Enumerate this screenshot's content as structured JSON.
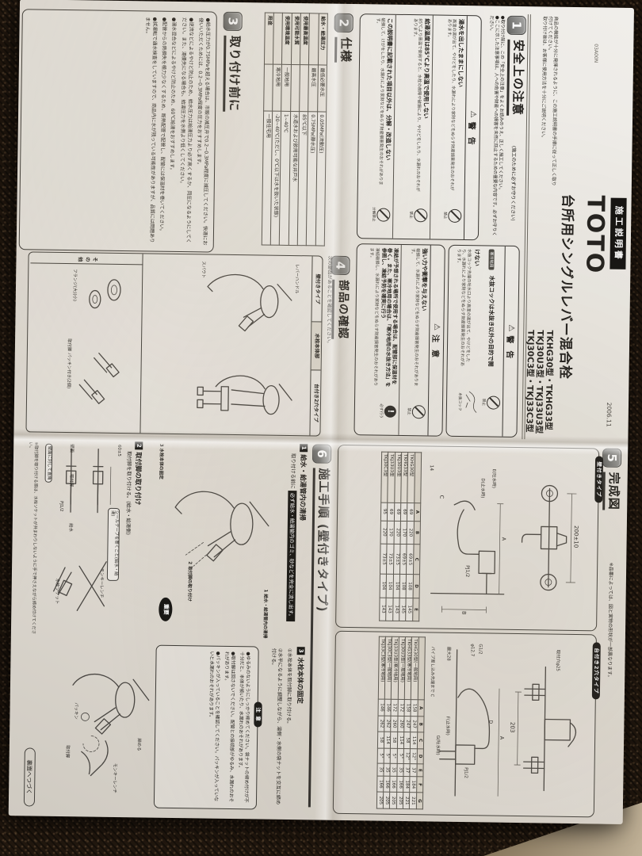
{
  "doc_code": "03A00N",
  "header": {
    "badge": "施工説明書",
    "brand": "TOTO",
    "title": "台所用シングルレバー混合栓",
    "intro1": "商品の機能が十分に発揮されるように、この施工説明書の手順に従って正しく取り付けてください。",
    "intro2": "取り付け後は、お客様に使用方法を十分にご説明ください。",
    "model_line1": "TKHG30型・TKHG33型",
    "model_line2": "TKJ30U3型・TKJ33U3型",
    "model_line3": "TKJ30C3型・TKJ33C3型",
    "date": "2006.11"
  },
  "sec1": {
    "num": "1",
    "title": "安全上の注意",
    "subtitle": "(施工のために必ずお守りください)",
    "intro_bullets": [
      "●取り付け前に、この「安全上の注意」をよくお読みのうえ、正しく施工してください。",
      "●ここに示した注意事項は、人への危害や財産への損害を未然に防止するための重要な内容です。必ずお守りください。"
    ],
    "warning_header": "警告",
    "caution_header": "注意",
    "warning_sign": "⚠",
    "warning_items": [
      {
        "title": "湯水を出したままにしない",
        "desc": "高温の湯が出て、やけどをしたり、水漏れにより家財などをぬらす財産損害発生のおそれがあります。",
        "icon_label": "禁止"
      },
      {
        "title": "給湯温度は85℃より高温で使用しない",
        "desc": "85℃より高温で使用すると、水栓の故障や破損により、やけどをしたり、水漏れのおそれがあります。",
        "icon_label": "禁止"
      },
      {
        "title": "この説明書に記載された項目以外は、分解・改造しない",
        "desc": "破損して、けがをしたり、水漏れにより家財などをぬらす財産損害発生のおそれがあります。",
        "icon_label": "分解禁止"
      }
    ],
    "cold_item": {
      "badge": "寒冷地用",
      "title": "水抜コックは水抜き以外の目的で開けない",
      "desc": "水抜コック先端の吐水口より高温の湯が出て、やけどをしたり、水漏れにより家財などをぬらす財産損害発生のおそれがあります。",
      "icon_label": "禁止",
      "fig_label": "水抜コック"
    },
    "caution_items": [
      {
        "title": "強い力や衝撃を与えない",
        "desc": "破損して、水漏れにより家財などをぬらす財産損害発生のおそれがあります。",
        "icon_label": "禁止"
      },
      {
        "title": "凍結が予想される場所で使用する場合は、配管部に保温材を巻く。また、寒冷地用の場合は、「寒冷地用の水抜き方法」を参照し、凍結予防を確実に行う",
        "desc": "凍結破損し、水漏れにより家財などをぬらす財産損害発生のおそれがあります。",
        "icon_label": "必ず行う"
      }
    ]
  },
  "sec2": {
    "num": "2",
    "title": "仕様",
    "rows": [
      [
        "給水・給湯圧力",
        "最低必要水圧",
        "0.05MPa(流動圧)"
      ],
      [
        "",
        "最高水圧",
        "0.75MPa(静水圧)"
      ],
      [
        "使用最高温度",
        "",
        "85℃以下"
      ],
      [
        "使用可能水質",
        "",
        "水道水および飲用可能な井戸水"
      ],
      [
        "使用環境温度",
        "一般地用",
        "1~40℃"
      ],
      [
        "",
        "寒冷地用",
        "-20~40℃(ただし、0℃以下は水を抜いた状態)"
      ],
      [
        "用途",
        "",
        "一般住宅用"
      ]
    ]
  },
  "sec3": {
    "num": "3",
    "title": "取り付け前に",
    "bullets": [
      "●給水圧力が0.75MPaを超える場合は、市販の減圧弁で0.2~0.3MPa程度に減圧してください。快適にお使いいただくためには、0.2~0.3MPa程度の圧力をおすすめします。",
      "●逆流などによるやけど防止のため、給水圧力は給湯圧力より必ず高くするか、同圧になるようにしてください。また、湯優先になる場合も、給湯圧力を水側より低くしてください。",
      "●湯水混合などによるやけど防止のため、60℃給湯をおすすめします。",
      "●配管からの熱損失を極力少なくするため、断熱配管で配管し、配管には保温材を巻いてください。",
      "●試運転で通水検査をしていますので、商品内に水が残っている可能性がありますが、品質には問題ありません。"
    ]
  },
  "sec4": {
    "num": "4",
    "title": "部品の確認",
    "subtitle": "次の部品があることを確認してください。",
    "col1": "壁付きタイプ",
    "col_mid": "水栓本体部",
    "col2": "台付き2穴タイプ",
    "other_header": "その他",
    "labels": {
      "lever": "レバーハンドル",
      "spout": "スパウト",
      "legs": "取付脚 パッキン付き(2個)",
      "flange": "フランジ(大)(小)"
    }
  },
  "sec5": {
    "num": "5",
    "title": "完成図",
    "note": "※品番によっては、図と実物の形状が一部異なります。",
    "wall": {
      "badge": "壁付きタイプ",
      "dim_front": "200±10",
      "dims": {
        "a": "A",
        "b": "B",
        "c": "C",
        "d": "D(止水時)",
        "e": "E(吐水時)",
        "pj": "PJ1/2",
        "n14": "14"
      },
      "head": [
        "",
        "A",
        "B",
        "C",
        "D",
        "E"
      ],
      "rows": [
        [
          "TKHG30型",
          "69",
          "220",
          "69±5",
          "108",
          "145"
        ],
        [
          "TKHG33型",
          "69",
          "170",
          "69±5",
          "108",
          "145"
        ],
        [
          "TKJ30U3型",
          "69",
          "220",
          "73±5",
          "104",
          "143"
        ],
        [
          "TKJ33U3型",
          "69",
          "170",
          "73±5",
          "104",
          "143"
        ],
        [
          "TKJ30C3型",
          "95",
          "220",
          "73±5",
          "104",
          "143"
        ]
      ]
    },
    "deck": {
      "badge": "台付き2穴タイプ",
      "dim_front": "203",
      "dims": {
        "a": "A",
        "b": "B",
        "d": "D",
        "hole": "取付穴φ25",
        "pj": "PJ1/2",
        "g": "G1/2",
        "phi": "φ12.7",
        "max": "最大28",
        "f": "F(止水時)",
        "gt": "G(吐水時)",
        "pipe": "パイプ差し込み先端まで C"
      },
      "head": [
        "",
        "A",
        "B",
        "C",
        "D",
        "E",
        "F",
        "G"
      ],
      "rows": [
        [
          "TKHG30型(一般地用)",
          "158",
          "247",
          "114",
          "12°",
          "37",
          "184",
          "221"
        ],
        [
          "TKHG33型(寒冷地用)",
          "158",
          "247",
          "58",
          "12°",
          "37",
          "184",
          "221"
        ],
        [
          "TKJ30U3型(一般地用)",
          "172",
          "260",
          "114",
          "5°",
          "35",
          "166",
          "205"
        ],
        [
          "TKJ33U3型(寒冷地用)",
          "172",
          "260",
          "58",
          "5°",
          "35",
          "166",
          "205"
        ],
        [
          "TKJ30C3型(一般地用)",
          "146",
          "262",
          "114",
          "5°",
          "35",
          "166",
          "205"
        ],
        [
          "TKJ33C3型(寒冷地用)",
          "146",
          "262",
          "58",
          "5°",
          "35",
          "166",
          "205"
        ]
      ]
    }
  },
  "sec6": {
    "num": "6",
    "title": "施工手順 (壁付きタイプ)",
    "step1": {
      "num": "1",
      "title": "給水・給湯管内の清掃",
      "lead": "取り付ける前に",
      "highlight": "必ず給水・給湯管内のゴミ、砂などを完全に流し出す。"
    },
    "callout1": "1 給水・給湯管内の清掃",
    "callout2": "2 取付脚の取り付け",
    "callout3": "3 水栓本体の固定",
    "important_badge": "重要",
    "step2": {
      "num": "2",
      "title": "取付脚の取り付け",
      "text": "取付脚を取り付ける。(給水・給湯側)",
      "labels": {
        "leg": "取付脚",
        "pj": "PJ1/2",
        "water": "給水",
        "wall": "壁面",
        "dim": "60±5",
        "square": "壁面に対して直角",
        "seal": "シールテープを巻くこと(給水・給湯)",
        "wrench": "モンキーレンチ",
        "socket": "水栓ソケット"
      },
      "note": "※取付脚を取り付ける際は、水栓ソケットが共まわりしないように手で押さえながら締め付けてください。"
    },
    "step3": {
      "num": "3",
      "title": "水栓本体の固定",
      "line1": "①水栓本体を取付脚に取り付ける。",
      "line2": "②水平になるように調整しながら、湯側・水側の袋ナットを交互に締め付ける。",
      "caution_badge": "注 意",
      "bullets": [
        "●ゆるみのないようにしっかり締めてください。袋ナットの締め付けが不十分だと、本体が傾いたり、水漏れのおそれがあります。",
        "●取付脚は回さないでください。配管との接続部がゆるみ、水漏れのおそれがあります。",
        "●パッキンが入っていることを確認してください。パッキンが入っていないと水漏れのおそれがあります。"
      ],
      "labels": {
        "wrench": "モンキーレンチ",
        "tighten": "締める",
        "packing": "パッキン",
        "leg": "取付脚"
      }
    },
    "footer": "裏面へつづく"
  }
}
